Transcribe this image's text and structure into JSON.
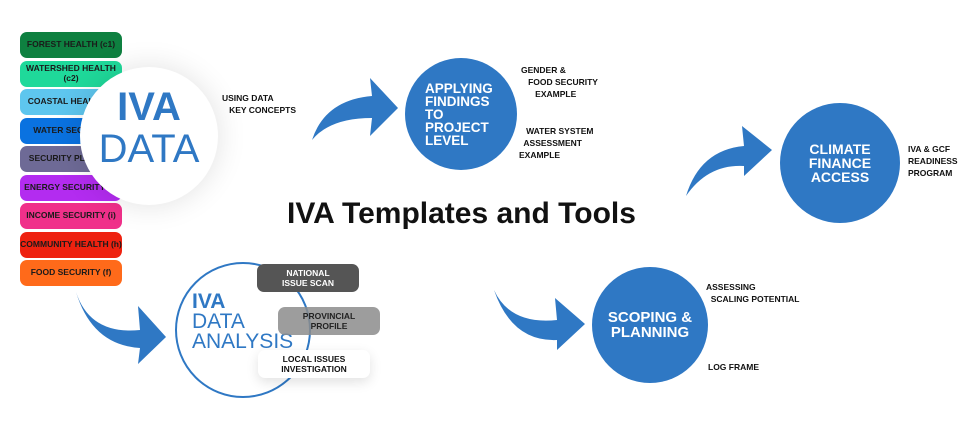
{
  "title": "IVA Templates and Tools",
  "colors": {
    "blue": "#2f78c4"
  },
  "pills": [
    {
      "label": "FOREST HEALTH (c1)",
      "color": "#0e8040"
    },
    {
      "label": "WATERSHED HEALTH (c2)",
      "color": "#1fd99a"
    },
    {
      "label": "COASTAL HEALTH (c",
      "color": "#5ec6ee"
    },
    {
      "label": "WATER SECURITY",
      "color": "#0a72e0"
    },
    {
      "label": "SECURITY PLACE (p",
      "color": "#6e6a96"
    },
    {
      "label": "ENERGY SECURITY (e)",
      "color": "#b32cf0"
    },
    {
      "label": "INCOME SECURITY (i)",
      "color": "#f0308a"
    },
    {
      "label": "COMMUNITY HEALTH (h)",
      "color": "#ee2210"
    },
    {
      "label": "FOOD SECURITY (f)",
      "color": "#ff6a1a"
    }
  ],
  "iva_data": {
    "line1": "IVA",
    "line2": "DATA",
    "note": "USING DATA\n   KEY CONCEPTS"
  },
  "applying": {
    "title": "APPLYING FINDINGS TO PROJECT LEVEL",
    "note1": "GENDER &\n   FOOD SECURITY\n      EXAMPLE",
    "note2": "   WATER SYSTEM\n  ASSESSMENT\nEXAMPLE"
  },
  "climate": {
    "title": "CLIMATE FINANCE ACCESS",
    "note": "IVA & GCF\nREADINESS\nPROGRAM"
  },
  "scoping": {
    "title": "SCOPING & PLANNING",
    "note1": "ASSESSING\n  SCALING POTENTIAL",
    "note2": "LOG FRAME"
  },
  "analysis": {
    "line1": "IVA",
    "line2": "DATA",
    "line3": "ANALYSIS",
    "items": [
      "NATIONAL ISSUE SCAN",
      "PROVINCIAL PROFILE",
      "LOCAL ISSUES INVESTIGATION"
    ]
  }
}
